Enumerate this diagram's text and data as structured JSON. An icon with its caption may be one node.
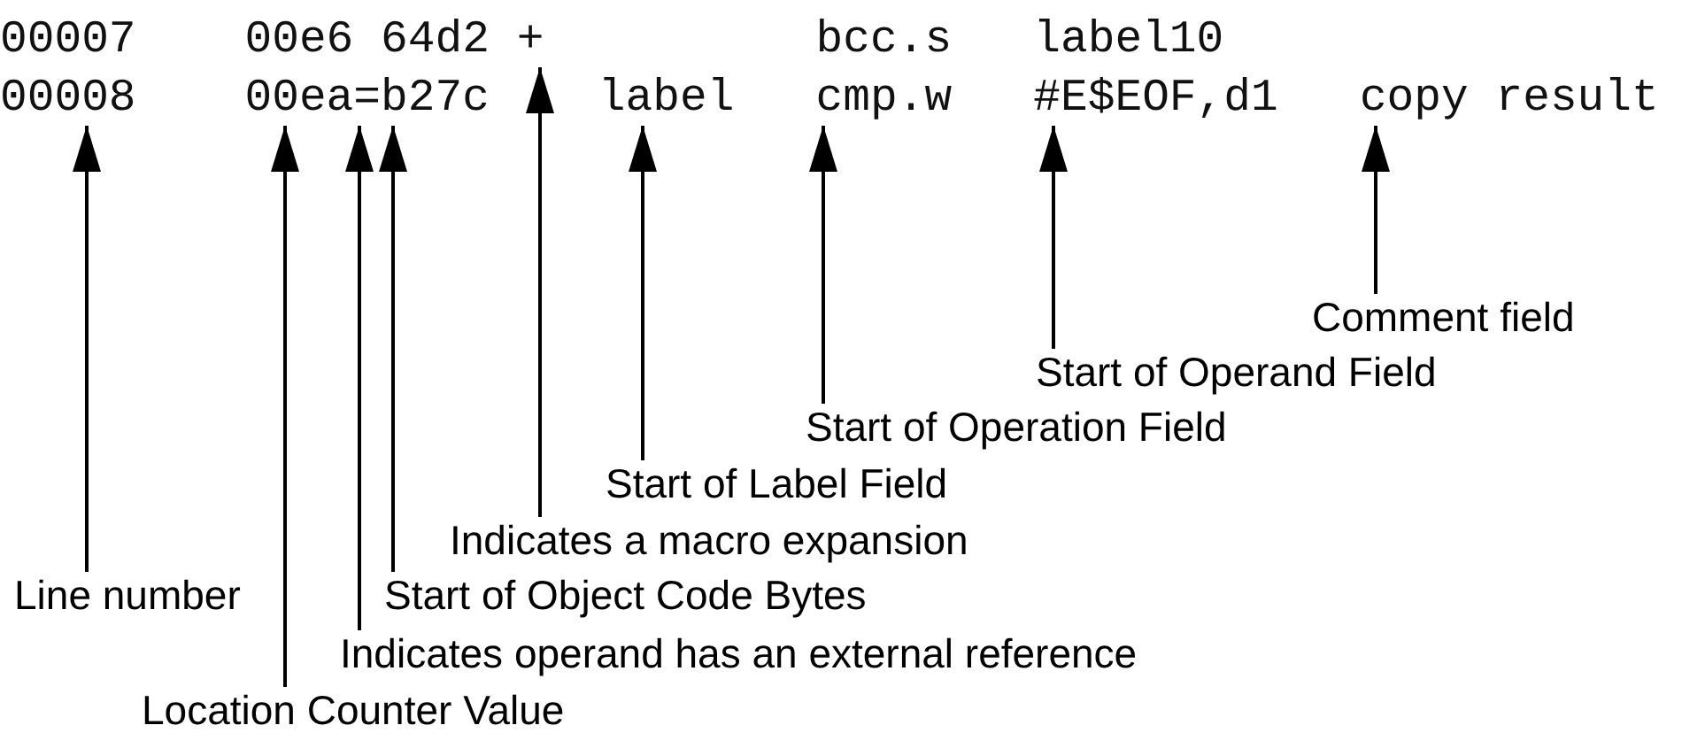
{
  "diagram": {
    "nodes": [
      {
        "text": [
          "00007    00e6 64d2 +          bcc.s   label10"
        ]
      },
      {
        "text": [
          "00008    00ea=b27c    label   cmp.w   #E$EOF,d1   copy result"
        ]
      },
      {
        "text": [
          "Comment field"
        ]
      },
      {
        "text": [
          "Start of Operand Field"
        ]
      },
      {
        "text": [
          "Start of Operation Field"
        ]
      },
      {
        "text": [
          "Start of Label Field"
        ]
      },
      {
        "text": [
          "Indicates a macro expansion"
        ]
      },
      {
        "text": [
          "Start of Object Code Bytes"
        ]
      },
      {
        "text": [
          "Line number"
        ]
      },
      {
        "text": [
          "Indicates operand has an external reference"
        ]
      },
      {
        "text": [
          "Location Counter Value"
        ]
      }
    ],
    "edges": [
      {
        "from": 2,
        "to": 1,
        "arrow": "to"
      },
      {
        "from": 3,
        "to": 1,
        "arrow": "to"
      },
      {
        "from": 4,
        "to": 1,
        "arrow": "to"
      },
      {
        "from": 5,
        "to": 1,
        "arrow": "to"
      },
      {
        "from": 6,
        "to": 0,
        "arrow": "to"
      },
      {
        "from": 7,
        "to": 1,
        "arrow": "to"
      },
      {
        "from": 8,
        "to": 1,
        "arrow": "to"
      },
      {
        "from": 9,
        "to": 1,
        "arrow": "to"
      },
      {
        "from": 10,
        "to": 1,
        "arrow": "to"
      }
    ]
  }
}
